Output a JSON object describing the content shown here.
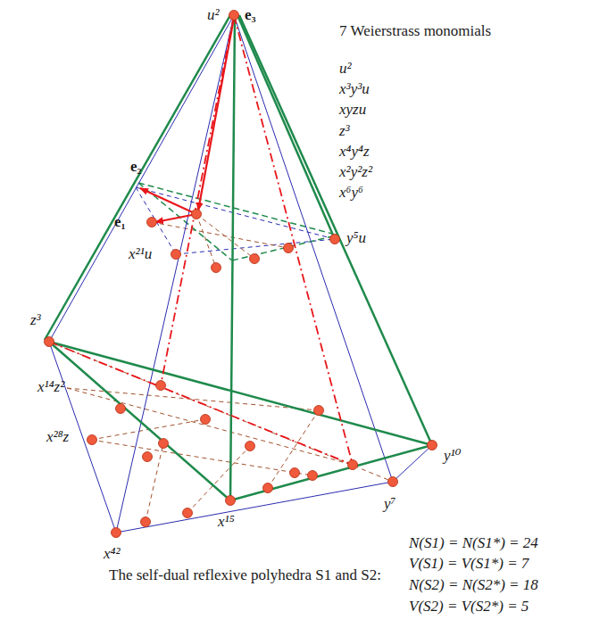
{
  "diagram": {
    "labels": [
      "u²",
      "e₃",
      "7 Weierstrass monomials",
      "u²",
      "x³y³u",
      "xyzu",
      "z³",
      "x⁴y⁴z",
      "x²y²z²",
      "x⁶y⁶",
      "e₂",
      "e₁",
      "x²¹u",
      "y⁵u",
      "z³",
      "x¹⁴z²",
      "x²⁸z",
      "y¹⁰",
      "y⁷",
      "x¹⁵",
      "x⁴²",
      "The self-dual  reflexive polyhedra S1 and S2:",
      "N(S1) = N(S1*) = 24",
      "V(S1) = V(S1*) = 7",
      "N(S2) = N(S2*) = 18",
      "V(S2) = V(S2*) = 5"
    ]
  }
}
